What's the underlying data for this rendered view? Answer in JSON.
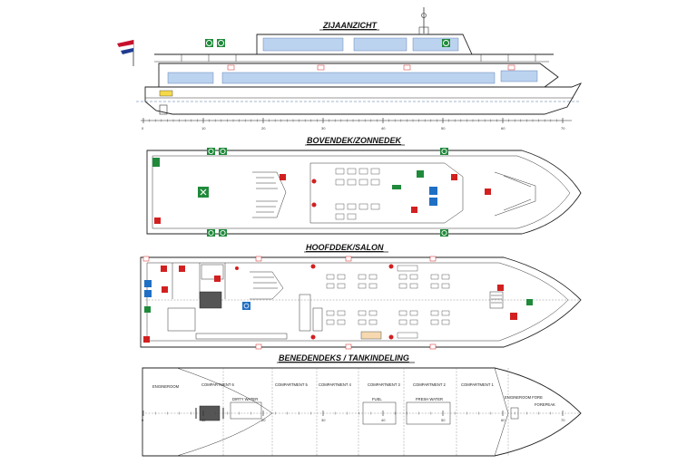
{
  "titles": {
    "side": "ZIJAANZICHT",
    "upper": "BOVENDEK/ZONNEDEK",
    "main": "HOOFDDEK/SALON",
    "lower": "BENEDENDEKS / TANKINDELING"
  },
  "ruler_ticks": [
    "0",
    "10",
    "20",
    "30",
    "40",
    "50",
    "60",
    "70"
  ],
  "lower_ruler_ticks": [
    "0",
    "10",
    "20",
    "30",
    "40",
    "50",
    "60",
    "70"
  ],
  "compartments": [
    {
      "label": "ENGINEROOM"
    },
    {
      "label": "COMPARTMENT 6",
      "tank": "DIRTY WATER"
    },
    {
      "label": "COMPARTMENT 5"
    },
    {
      "label": "COMPARTMENT 4"
    },
    {
      "label": "COMPARTMENT 3",
      "tank": "FUEL"
    },
    {
      "label": "COMPARTMENT 2",
      "tank": "FRESH WATER"
    },
    {
      "label": "COMPARTMENT 1"
    },
    {
      "label": "ENGINEROOM FORE"
    },
    {
      "label": "FOREPEAK"
    }
  ],
  "colors": {
    "window_blue": "#bcd3f0",
    "safety_green": "#1f8a3a",
    "fire_red": "#d22020",
    "hull_line": "#222222"
  },
  "icons": [
    "life-ring-icon",
    "fire-extinguisher-icon",
    "emergency-exit-icon",
    "first-aid-icon",
    "wheelchair-icon",
    "dutch-flag-icon"
  ]
}
